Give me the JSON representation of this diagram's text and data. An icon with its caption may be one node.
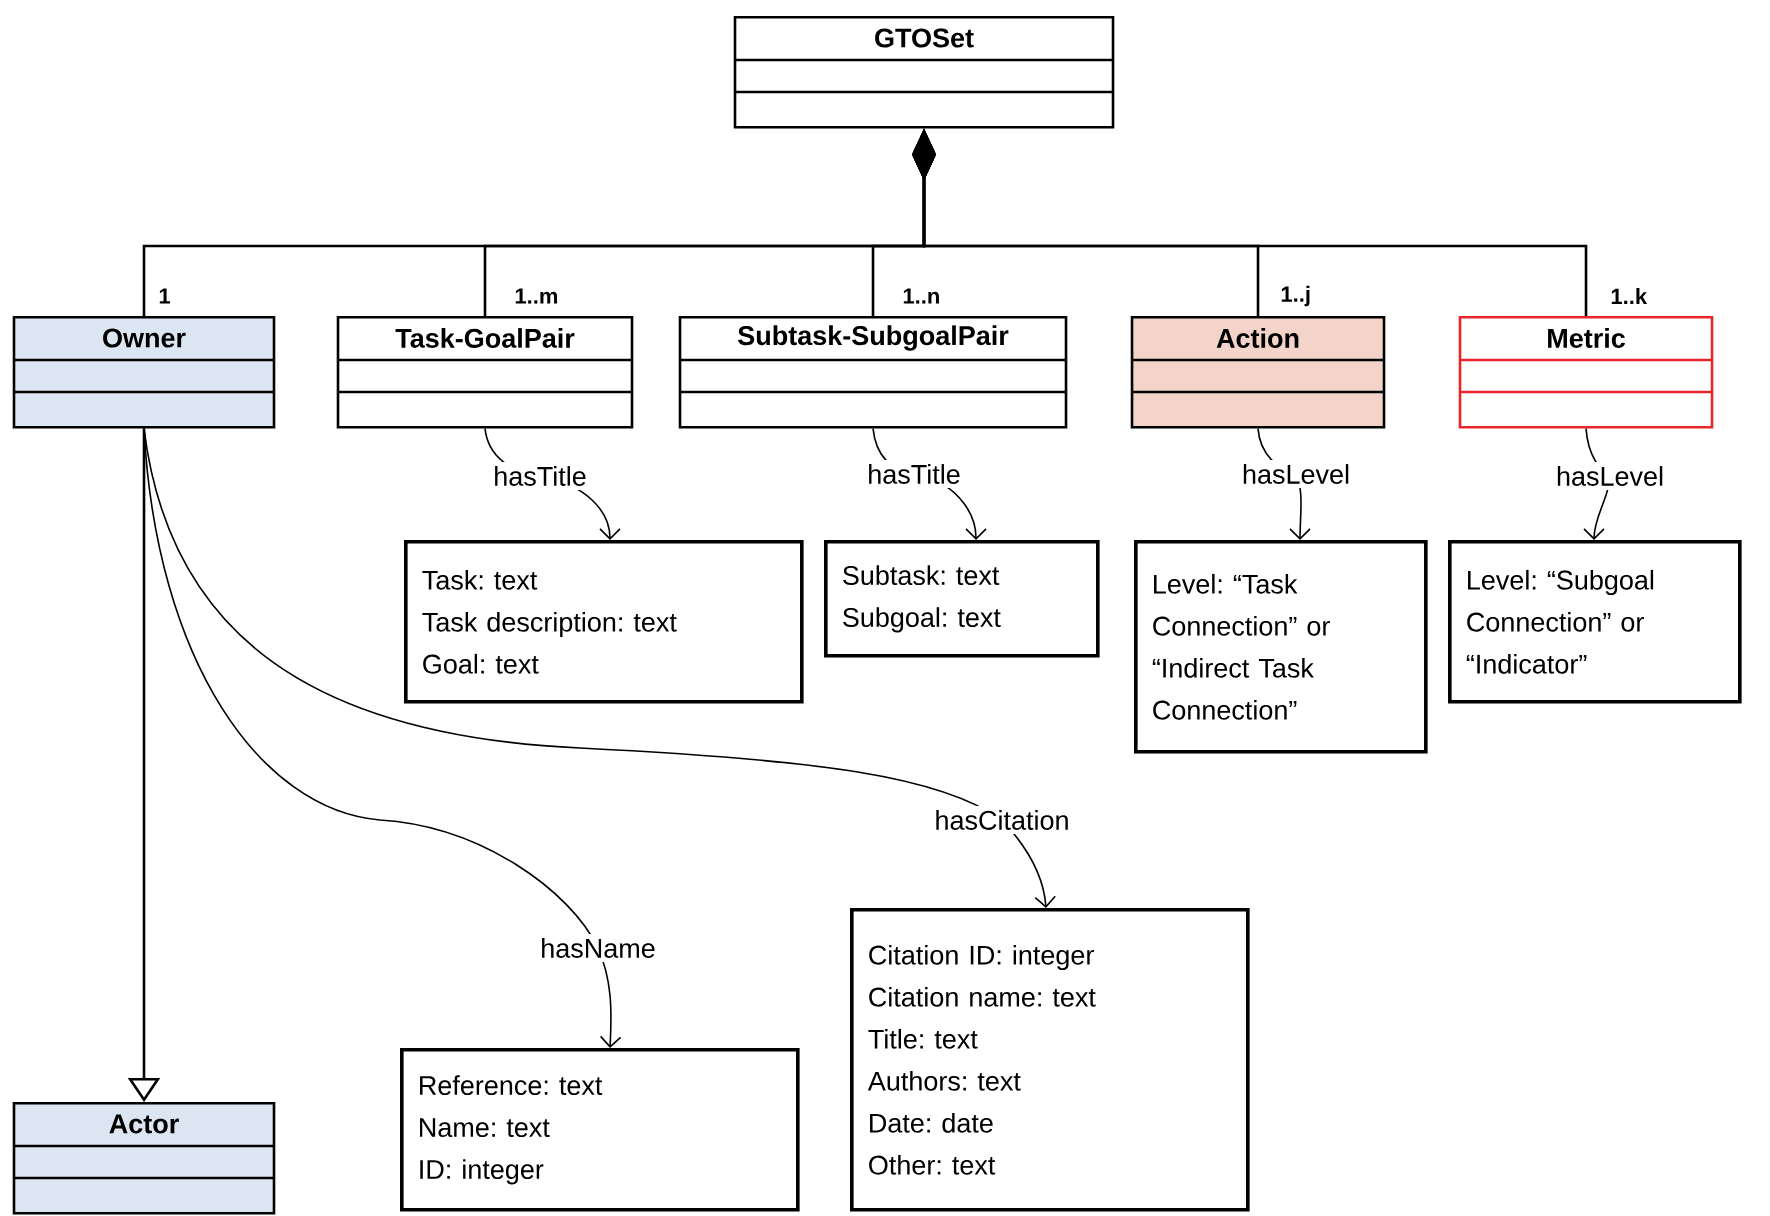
{
  "diagram": {
    "nodes": [
      {
        "text": [
          "GTOSet"
        ]
      },
      {
        "text": [
          "Owner"
        ]
      },
      {
        "text": [
          "Task-GoalPair"
        ]
      },
      {
        "text": [
          "Subtask-SubgoalPair"
        ]
      },
      {
        "text": [
          "Action"
        ]
      },
      {
        "text": [
          "Metric"
        ]
      },
      {
        "text": [
          "Task: text",
          "Task description: text",
          "Goal: text"
        ]
      },
      {
        "text": [
          "Subtask: text",
          "Subgoal: text"
        ]
      },
      {
        "text": [
          "Level: “Task Connection” or “Indirect Task Connection”"
        ]
      },
      {
        "text": [
          "Level: “Subgoal Connection” or “Indicator”"
        ]
      },
      {
        "text": [
          "Actor"
        ]
      },
      {
        "text": [
          "Reference: text",
          "Name: text",
          "ID: integer"
        ]
      },
      {
        "text": [
          "Citation ID: integer",
          "Citation name: text",
          "Title: text",
          "Authors: text",
          "Date: date",
          "Other: text"
        ]
      }
    ],
    "edges": [
      {
        "from": 0,
        "to": 1,
        "arrow": "other",
        "label": "1"
      },
      {
        "from": 0,
        "to": 2,
        "arrow": "other",
        "label": "1..m"
      },
      {
        "from": 0,
        "to": 3,
        "arrow": "other",
        "label": "1..n"
      },
      {
        "from": 0,
        "to": 4,
        "arrow": "other",
        "label": "1..j"
      },
      {
        "from": 0,
        "to": 5,
        "arrow": "other",
        "label": "1..k"
      },
      {
        "from": 2,
        "to": 6,
        "arrow": "to",
        "label": "hasTitle"
      },
      {
        "from": 3,
        "to": 7,
        "arrow": "to",
        "label": "hasTitle"
      },
      {
        "from": 4,
        "to": 8,
        "arrow": "to",
        "label": "hasLevel"
      },
      {
        "from": 5,
        "to": 9,
        "arrow": "to",
        "label": "hasLevel"
      },
      {
        "from": 1,
        "to": 10,
        "arrow": "to"
      },
      {
        "from": 1,
        "to": 11,
        "arrow": "to",
        "label": "hasName"
      },
      {
        "from": 1,
        "to": 12,
        "arrow": "to",
        "label": "hasCitation"
      }
    ]
  }
}
